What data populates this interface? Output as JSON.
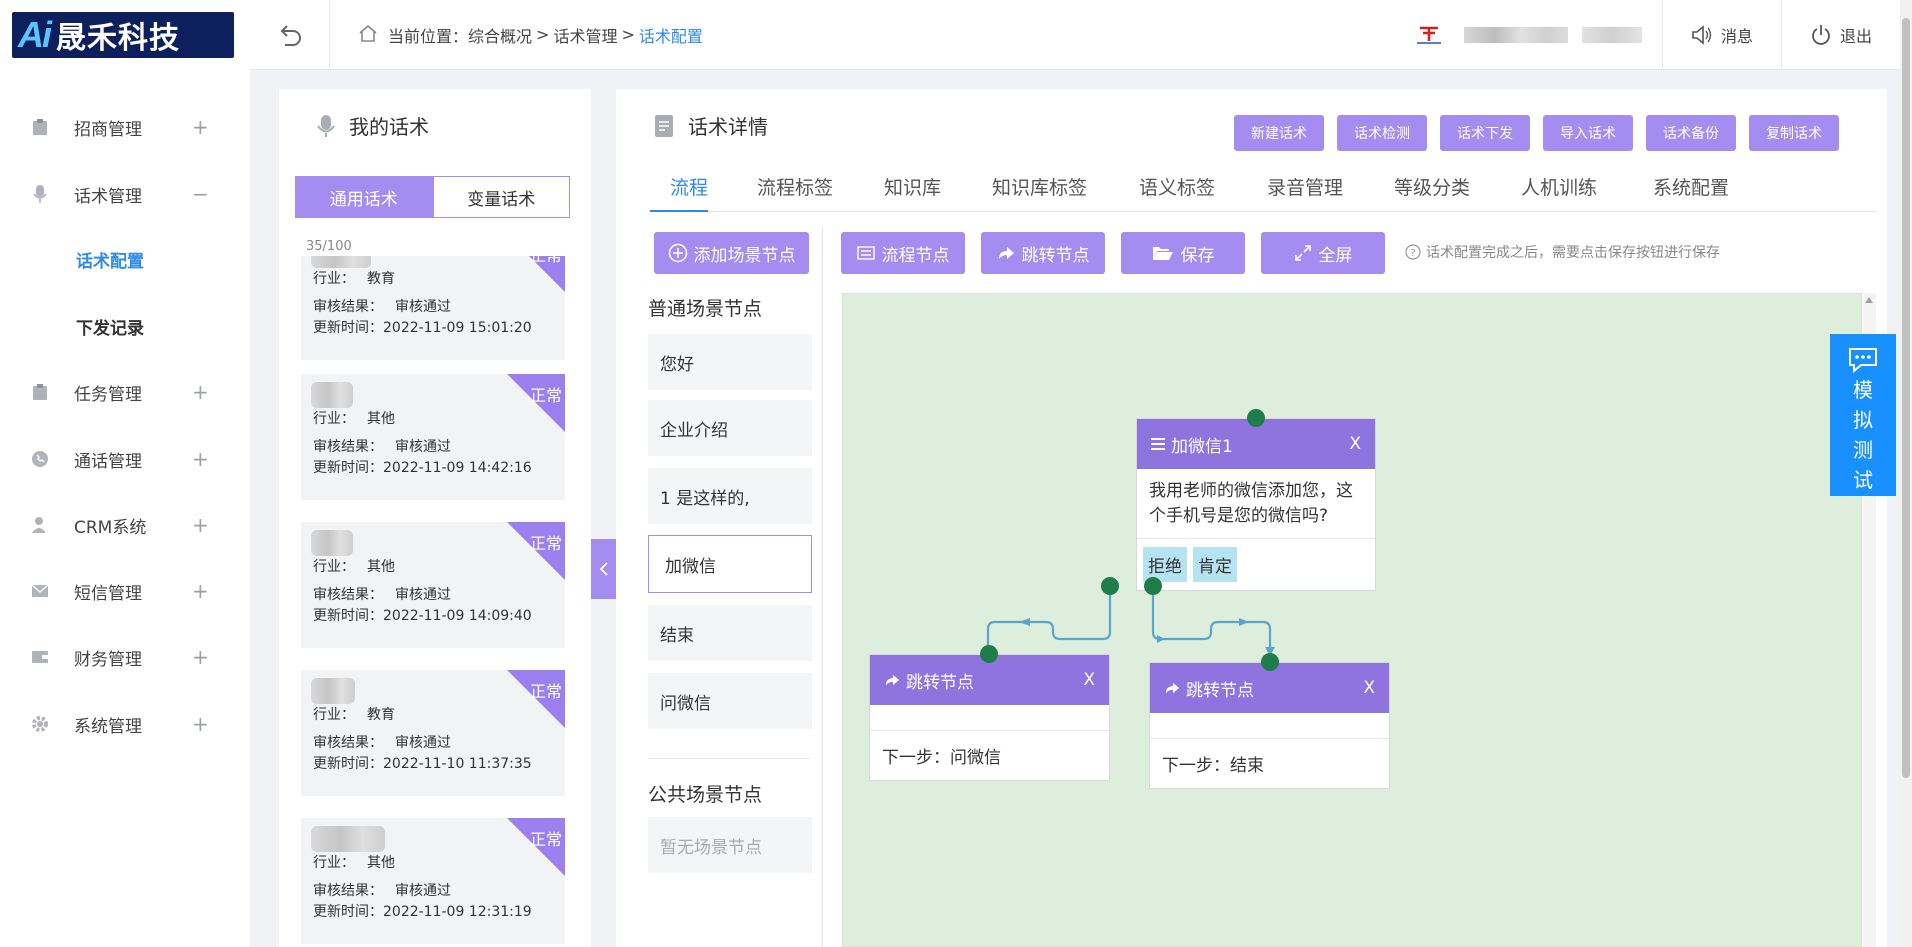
{
  "logo": {
    "ai": "Ai",
    "name": "晟禾科技"
  },
  "header": {
    "breadcrumb_prefix": "当前位置：",
    "crumbs": [
      "综合概况",
      "话术管理",
      "话术配置"
    ],
    "sep": ">",
    "messages": "消息",
    "logout": "退出"
  },
  "sidebar": {
    "items": [
      {
        "label": "招商管理",
        "toggle": "+",
        "icon": "clipboard-icon"
      },
      {
        "label": "话术管理",
        "toggle": "−",
        "icon": "microphone-icon"
      },
      {
        "label": "任务管理",
        "toggle": "+",
        "icon": "clipboard-icon"
      },
      {
        "label": "通话管理",
        "toggle": "+",
        "icon": "phone-icon"
      },
      {
        "label": "CRM系统",
        "toggle": "+",
        "icon": "user-icon"
      },
      {
        "label": "短信管理",
        "toggle": "+",
        "icon": "mail-icon"
      },
      {
        "label": "财务管理",
        "toggle": "+",
        "icon": "wallet-icon"
      },
      {
        "label": "系统管理",
        "toggle": "+",
        "icon": "gear-icon"
      }
    ],
    "subitems": [
      {
        "label": "话术配置",
        "active": true
      },
      {
        "label": "下发记录",
        "active": false
      }
    ]
  },
  "my_scripts": {
    "title": "我的话术",
    "tabs": [
      "通用话术",
      "变量话术"
    ],
    "count": "35/100",
    "cards": [
      {
        "badge": "正常",
        "industry_label": "行业：",
        "industry": "教育",
        "audit_label": "审核结果：",
        "audit": "审核通过",
        "time_label": "更新时间：",
        "time": "2022-11-09 15:01:20"
      },
      {
        "badge": "正常",
        "industry_label": "行业：",
        "industry": "其他",
        "audit_label": "审核结果：",
        "audit": "审核通过",
        "time_label": "更新时间：",
        "time": "2022-11-09 14:42:16"
      },
      {
        "badge": "正常",
        "industry_label": "行业：",
        "industry": "其他",
        "audit_label": "审核结果：",
        "audit": "审核通过",
        "time_label": "更新时间：",
        "time": "2022-11-09 14:09:40"
      },
      {
        "badge": "正常",
        "industry_label": "行业：",
        "industry": "教育",
        "audit_label": "审核结果：",
        "audit": "审核通过",
        "time_label": "更新时间：",
        "time": "2022-11-10 11:37:35"
      },
      {
        "badge": "正常",
        "industry_label": "行业：",
        "industry": "其他",
        "audit_label": "审核结果：",
        "audit": "审核通过",
        "time_label": "更新时间：",
        "time": "2022-11-09 12:31:19"
      }
    ]
  },
  "detail": {
    "title": "话术详情",
    "tool_buttons": [
      "新建话术",
      "话术检测",
      "话术下发",
      "导入话术",
      "话术备份",
      "复制话术"
    ],
    "tabs": [
      "流程",
      "流程标签",
      "知识库",
      "知识库标签",
      "语义标签",
      "录音管理",
      "等级分类",
      "人机训练",
      "系统配置"
    ],
    "add_scene": "添加场景节点",
    "normal_section": "普通场景节点",
    "scenes": [
      "您好",
      "企业介绍",
      "1 是这样的,",
      "加微信",
      "结束",
      "问微信"
    ],
    "public_section": "公共场景节点",
    "public_empty": "暂无场景节点",
    "actions": [
      "流程节点",
      "跳转节点",
      "保存",
      "全屏"
    ],
    "tip": "话术配置完成之后，需要点击保存按钮进行保存"
  },
  "flow": {
    "main_node": {
      "title": "加微信1",
      "close": "X",
      "text": "我用老师的微信添加您，这个手机号是您的微信吗?",
      "options": [
        "拒绝",
        "肯定"
      ]
    },
    "jump_nodes": [
      {
        "title": "跳转节点",
        "close": "X",
        "next_label": "下一步：",
        "next": "问微信"
      },
      {
        "title": "跳转节点",
        "close": "X",
        "next_label": "下一步：",
        "next": "结束"
      }
    ]
  },
  "float_button": {
    "chars": [
      "模",
      "拟",
      "测",
      "试"
    ]
  }
}
